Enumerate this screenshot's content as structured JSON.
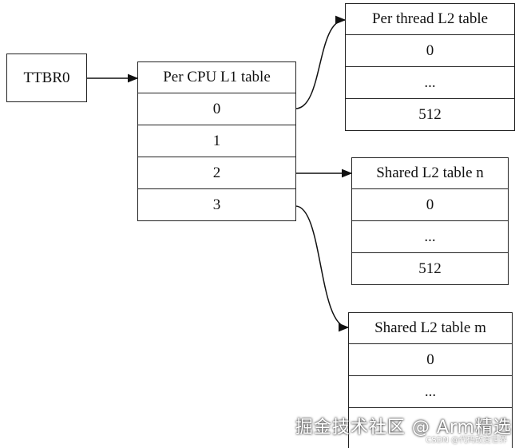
{
  "ttbr": {
    "label": "TTBR0"
  },
  "l1_table": {
    "title": "Per CPU L1 table",
    "rows": [
      "0",
      "1",
      "2",
      "3"
    ]
  },
  "per_thread_l2": {
    "title": "Per thread L2 table",
    "rows": [
      "0",
      "...",
      "512"
    ]
  },
  "shared_l2_n": {
    "title": "Shared L2 table n",
    "rows": [
      "0",
      "...",
      "512"
    ]
  },
  "shared_l2_m": {
    "title": "Shared L2 table m",
    "rows": [
      "0",
      "..."
    ]
  },
  "watermark": {
    "text": "掘金技术社区 @ Arm精选",
    "subtext": "CSDN @代码改变世界"
  }
}
